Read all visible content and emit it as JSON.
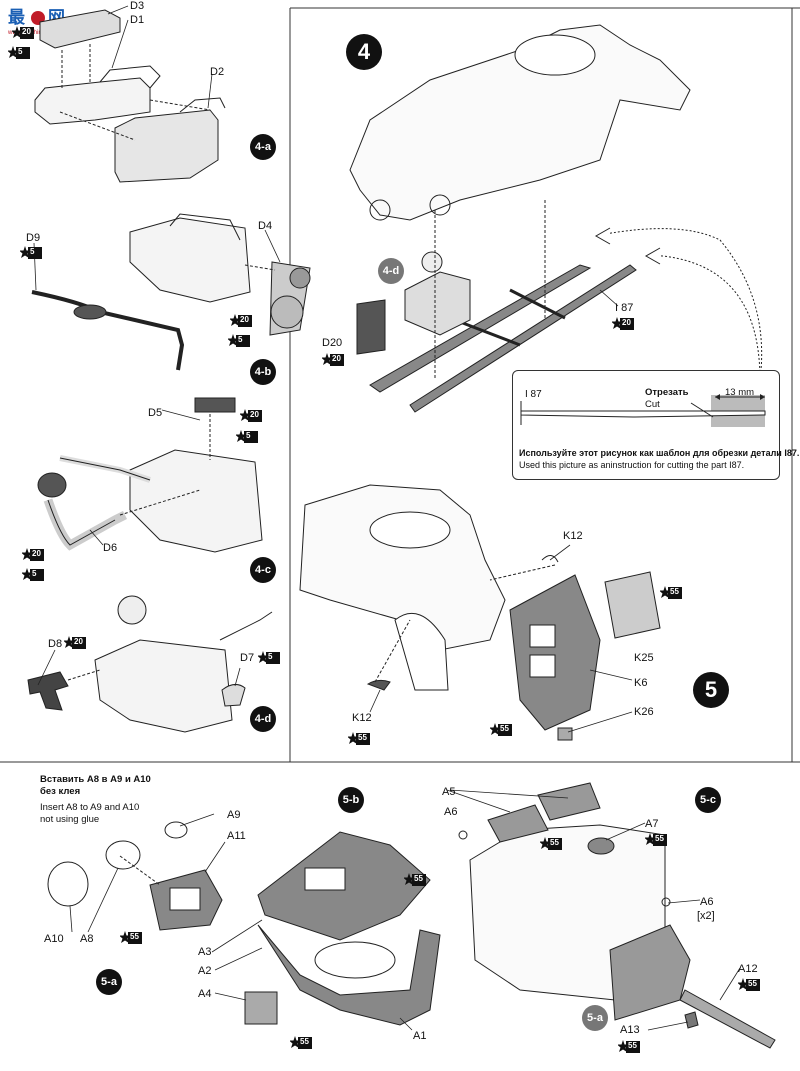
{
  "logo": {
    "text": "最 网",
    "site": "www.nmchina.com"
  },
  "steps": {
    "s4": "4",
    "s5": "5"
  },
  "badges": {
    "b4a": "4-a",
    "b4b": "4-b",
    "b4c": "4-c",
    "b4d": "4-d",
    "b4d_ref": "4-d",
    "b5a": "5-a",
    "b5a_ref": "5-a",
    "b5b": "5-b",
    "b5c": "5-c"
  },
  "parts": {
    "d1": "D1",
    "d2": "D2",
    "d3": "D3",
    "d4": "D4",
    "d5": "D5",
    "d6": "D6",
    "d7": "D7",
    "d8": "D8",
    "d9": "D9",
    "d20": "D20",
    "i87": "I 87",
    "k6": "K6",
    "k12a": "K12",
    "k12b": "K12",
    "k25": "K25",
    "k26": "K26",
    "a1": "A1",
    "a2": "A2",
    "a3": "A3",
    "a4": "A4",
    "a5": "A5",
    "a6a": "A6",
    "a6b": "A6",
    "a6x": "[x2]",
    "a7": "A7",
    "a8": "A8",
    "a9": "A9",
    "a10": "A10",
    "a11": "A11",
    "a12": "A12",
    "a13": "A13"
  },
  "stars": {
    "s20_top": "20",
    "s5_top": "5",
    "s5_d9": "5",
    "s20_d4": "20",
    "s5_d4": "5",
    "s20_d5": "20",
    "s5_d5": "5",
    "s20_d6": "20",
    "s5_d6": "5",
    "s20_d8": "20",
    "s5_d7": "5",
    "s20_d20": "20",
    "s20_i87": "20",
    "s55_k25": "55",
    "s55_k6": "55",
    "s55_k12": "55",
    "s55_a5": "55",
    "s55_a7": "55",
    "s55_a12": "55",
    "s55_a13": "55",
    "s55_5b": "55",
    "s55_a4": "55",
    "s55_a11": "55"
  },
  "template": {
    "part": "I 87",
    "cut_ru": "Отрезать",
    "cut_en": "Cut",
    "length": "13 mm",
    "caption_ru": "Используйте этот рисунок как шаблон для обрезки детали I87.",
    "caption_en": "Used this picture as aninstruction for cutting the part I87."
  },
  "note_5a": {
    "ru_line1": "Вставить А8 в А9 и А10",
    "ru_line2": "без клея",
    "en_line1": "Insert A8 to A9 and A10",
    "en_line2": "not using glue"
  }
}
